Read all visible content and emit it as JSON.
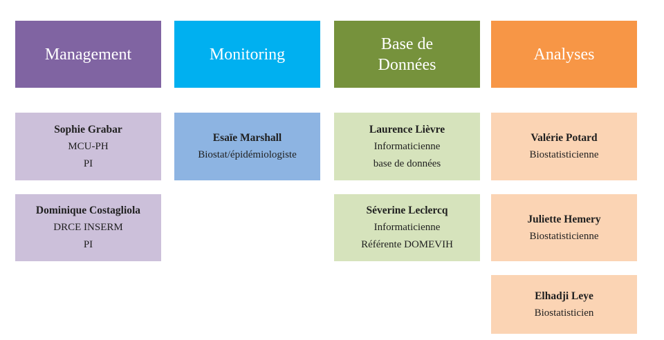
{
  "colors": {
    "purple": "#8064A2",
    "purple_light": "#CCC0DA",
    "cyan": "#00B0F0",
    "blue_light": "#8DB4E2",
    "olive": "#76923C",
    "green_light": "#D6E3BC",
    "orange": "#F79646",
    "orange_light": "#FBD4B4",
    "header_text": "#FFFFFF",
    "text_dark": "#1F1F1F"
  },
  "columns": [
    {
      "header": "Management",
      "cards": [
        {
          "name": "Sophie Grabar",
          "lines": [
            "MCU-PH",
            "PI"
          ]
        },
        {
          "name": "Dominique Costagliola",
          "lines": [
            "DRCE INSERM",
            "PI"
          ]
        }
      ]
    },
    {
      "header": "Monitoring",
      "cards": [
        {
          "name": "Esaïe Marshall",
          "lines": [
            "Biostat/épidémiologiste"
          ]
        }
      ]
    },
    {
      "header": "Base de\nDonnées",
      "cards": [
        {
          "name": "Laurence Lièvre",
          "lines": [
            "Informaticienne",
            "base de données"
          ]
        },
        {
          "name": "Séverine Leclercq",
          "lines": [
            "Informaticienne",
            "Référente DOMEVIH"
          ]
        }
      ]
    },
    {
      "header": "Analyses",
      "cards": [
        {
          "name": "Valérie Potard",
          "lines": [
            "Biostatisticienne"
          ]
        },
        {
          "name": "Juliette Hemery",
          "lines": [
            "Biostatisticienne"
          ]
        },
        {
          "name": "Elhadji Leye",
          "lines": [
            "Biostatisticien"
          ]
        }
      ]
    }
  ]
}
